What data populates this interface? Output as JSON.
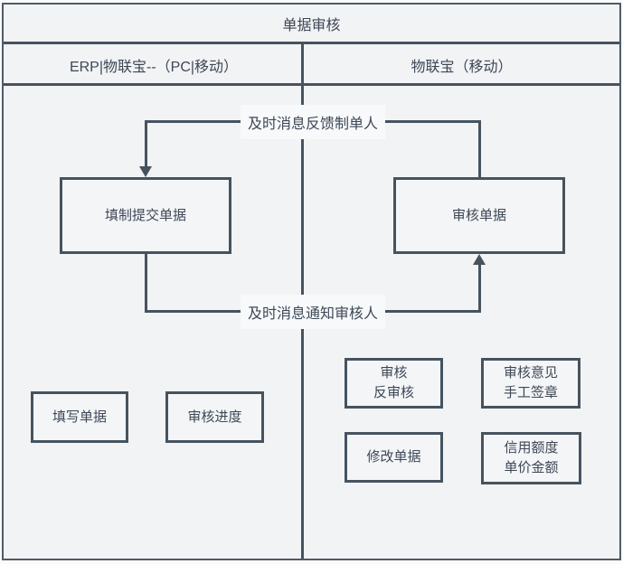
{
  "title": "单据审核",
  "lanes": [
    {
      "header": "ERP|物联宝--（PC|移动）"
    },
    {
      "header": "物联宝（移动）"
    }
  ],
  "edges": {
    "feedback_label": "及时消息反馈制单人",
    "notify_label": "及时消息通知审核人"
  },
  "nodes": {
    "fill_submit": "填制提交单据",
    "review": "审核单据",
    "fill_form": "填写单据",
    "review_progress": "审核进度",
    "approve": {
      "line1": "审核",
      "line2": "反审核"
    },
    "opinion_sign": {
      "line1": "审核意见",
      "line2": "手工签章"
    },
    "modify": "修改单据",
    "credit_amount": {
      "line1": "信用额度",
      "line2": "单价金额"
    }
  },
  "colors": {
    "line": "#46535f",
    "text": "#3d4856",
    "background": "#f2f3f5",
    "label_background": "#f8f9fb",
    "node_fill": "#f4f5f7",
    "frame_border": "#4d5c6a"
  }
}
